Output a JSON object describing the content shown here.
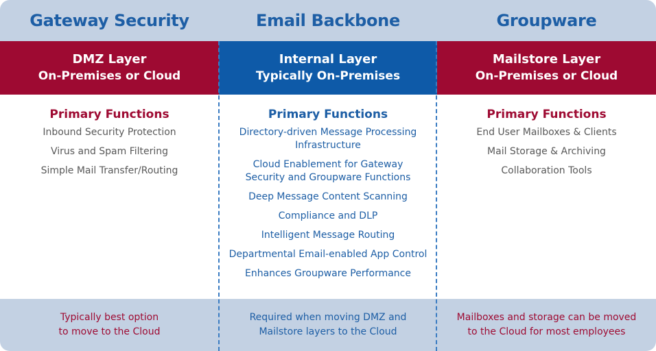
{
  "columns": [
    {
      "heading": "Gateway Security",
      "layer_title": "DMZ Layer",
      "layer_subtitle": "On-Premises or Cloud",
      "functions_heading": "Primary Functions",
      "functions": [
        "Inbound Security Protection",
        "Virus and Spam Filtering",
        "Simple Mail Transfer/Routing"
      ],
      "footer_line1": "Typically best option",
      "footer_line2": "to move to the Cloud"
    },
    {
      "heading": "Email Backbone",
      "layer_title": "Internal Layer",
      "layer_subtitle": "Typically On-Premises",
      "functions_heading": "Primary Functions",
      "functions": [
        "Directory-driven Message Processing Infrastructure",
        "Cloud Enablement for Gateway Security and Groupware Functions",
        "Deep Message Content Scanning",
        "Compliance and DLP",
        "Intelligent Message Routing",
        "Departmental Email-enabled App Control",
        "Enhances Groupware Performance"
      ],
      "footer_line1": "Required when moving DMZ and",
      "footer_line2": "Mailstore layers to the Cloud"
    },
    {
      "heading": "Groupware",
      "layer_title": "Mailstore Layer",
      "layer_subtitle": "On-Premises or Cloud",
      "functions_heading": "Primary Functions",
      "functions": [
        "End User Mailboxes & Clients",
        "Mail Storage & Archiving",
        "Collaboration Tools"
      ],
      "footer_line1": "Mailboxes and storage can be moved",
      "footer_line2": "to the Cloud for most employees"
    }
  ],
  "colors": {
    "crimson": "#9e0a32",
    "blue": "#0e5aa8",
    "heading_blue": "#1d5ea5",
    "band_gray_blue": "#c3d1e3",
    "body_text_gray": "#585858"
  }
}
